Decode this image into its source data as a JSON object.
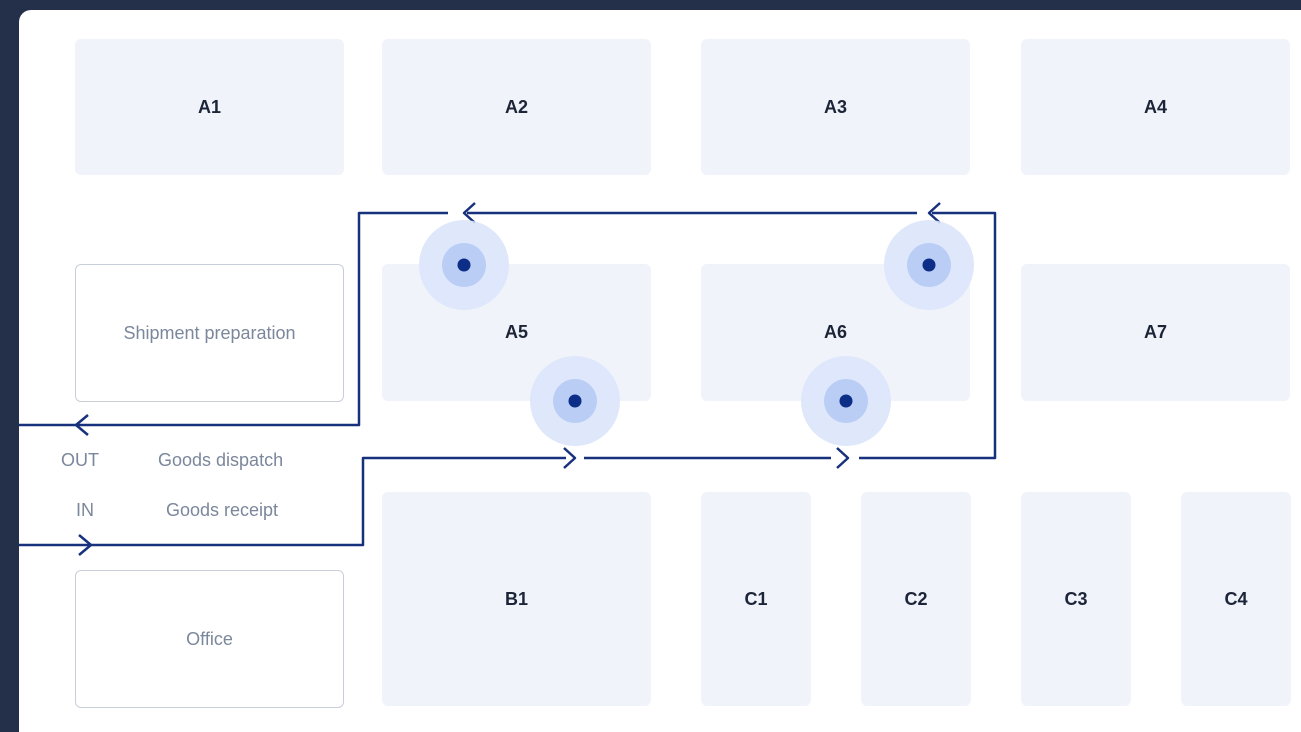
{
  "zones": {
    "a1": "A1",
    "a2": "A2",
    "a3": "A3",
    "a4": "A4",
    "a5": "A5",
    "a6": "A6",
    "a7": "A7",
    "b1": "B1",
    "c1": "C1",
    "c2": "C2",
    "c3": "C3",
    "c4": "C4",
    "shipment_preparation": "Shipment preparation",
    "office": "Office"
  },
  "flows": {
    "out_code": "OUT",
    "out_label": "Goods dispatch",
    "in_code": "IN",
    "in_label": "Goods receipt"
  },
  "colors": {
    "route": "#17317c",
    "marker_dot": "#0d2e86",
    "marker_halo_outer": "#dbe6fb",
    "marker_halo_inner": "#b9cdf5",
    "zone_fill": "#f0f3f9",
    "background": "#24304a"
  }
}
